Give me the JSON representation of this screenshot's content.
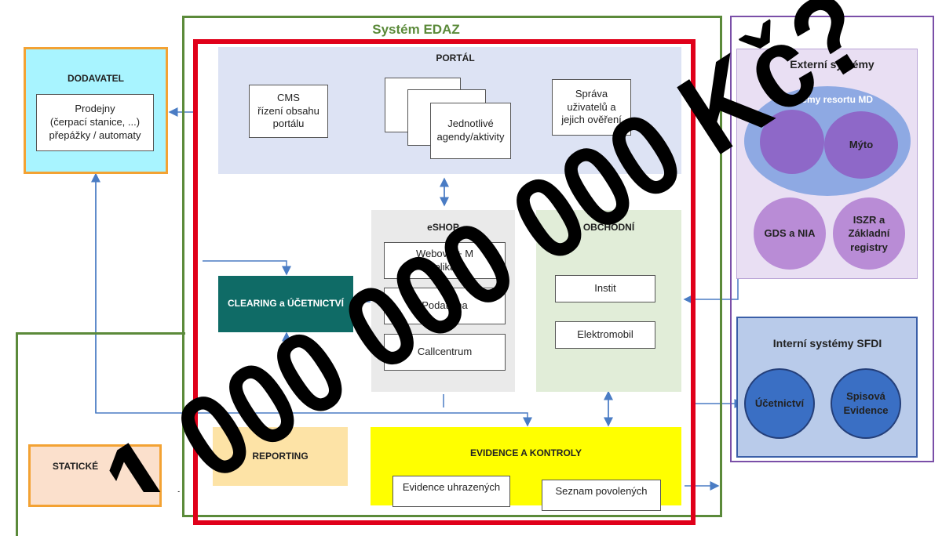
{
  "system_title": "Systém EDAZ",
  "dodavatel": {
    "title": "DODAVATEL",
    "box": "Prodejny\n(čerpací stanice, ...)\npřepážky / automaty"
  },
  "portal": {
    "title": "PORTÁL",
    "cms": "CMS\nřízení obsahu\nportálu",
    "agendy": "Jednotlivé\nagendy/aktivity",
    "sprava": "Správa\nuživatelů a\njejich ověření"
  },
  "eshop": {
    "title": "eSHOP",
    "web": "Webová + M\naplikac",
    "podatelna": "Podatelna",
    "callcentrum": "Callcentrum"
  },
  "obchodni": {
    "title": "OBCHODNÍ",
    "insti": "Instit",
    "elektromobil": "Elektromobil"
  },
  "clearing": "CLEARING a ÚČETNICTVÍ",
  "reporting": "REPORTING",
  "evidence": {
    "title": "EVIDENCE A KONTROLY",
    "uhrazenych": "Evidence uhrazených",
    "seznam": "Seznam povolených"
  },
  "staticke": "STATICKÉ",
  "externi": {
    "title": "Externí systémy",
    "resort": "Systémy resortu MD",
    "myto": "Mýto",
    "gds": "GDS a NIA",
    "iszr": "ISZR a\nZákladní\nregistry"
  },
  "interni": {
    "title": "Interní systémy SFDI",
    "ucetnictvi": "Účetnictví",
    "spisova": "Spisová\nEvidence"
  },
  "overlay": "1 000 000 000 Kč?",
  "colors": {
    "green": "#5b8a3a",
    "red": "#e0001a",
    "purple": "#7a4fa8",
    "navy": "#3a5fa8",
    "cyan": "#a8f4ff",
    "orange": "#f3a233",
    "teal": "#0f6b66",
    "yellow": "#ffff00",
    "portal_bg": "#dde3f4",
    "eshop_bg": "#eaeaea",
    "obchod_bg": "#e1edd8",
    "reporting_bg": "#fde3a6",
    "ext_bg": "#e9dff3",
    "int_bg": "#b9cbea",
    "arrow": "#4a7cc4"
  }
}
